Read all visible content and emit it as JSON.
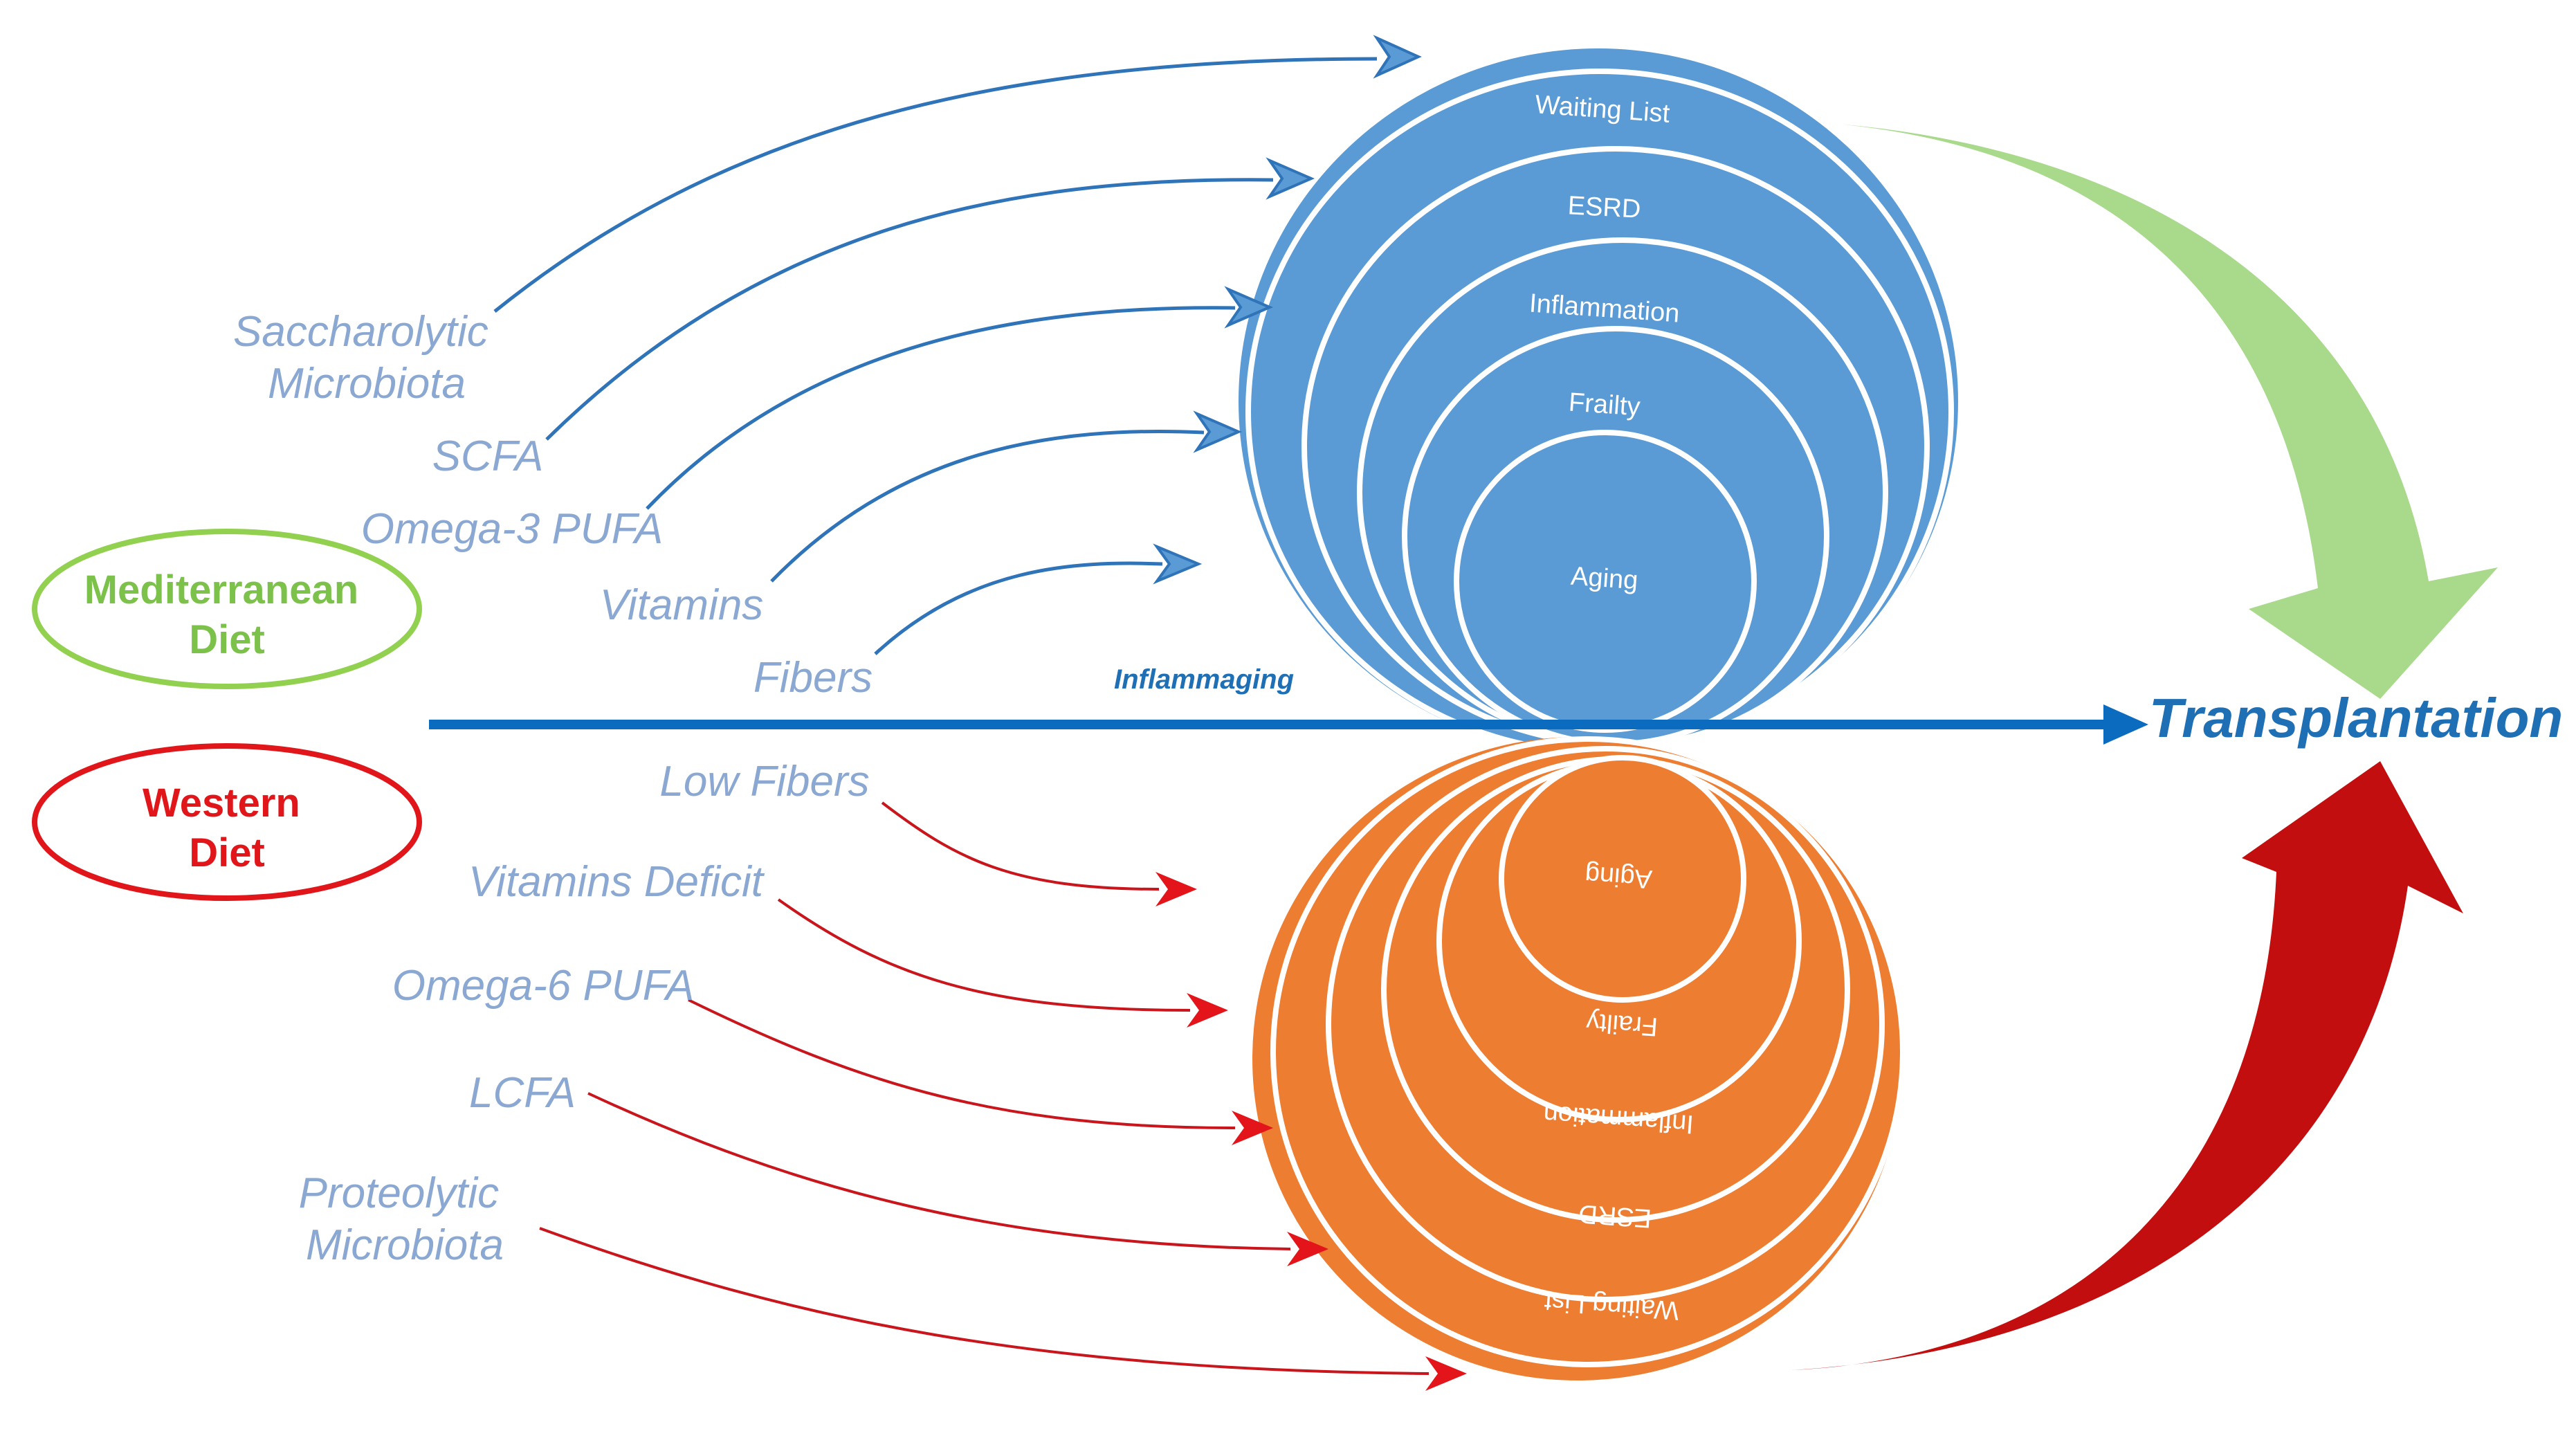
{
  "diets": {
    "mediterranean": {
      "line1": "Mediterranean",
      "line2": "Diet",
      "color": "#92d050"
    },
    "western": {
      "line1": "Western",
      "line2": "Diet",
      "color": "#e0161b"
    }
  },
  "axis": {
    "left_label": "Inflammaging",
    "right_label": "Transplantation",
    "color": "#0b6cbf"
  },
  "protective_factors": {
    "color": "#8aa8d2",
    "arrow_color": "#2f73b8",
    "items": [
      {
        "line1": "Saccharolytic",
        "line2": "Microbiota"
      },
      {
        "line1": "SCFA",
        "line2": ""
      },
      {
        "line1": "Omega-3 PUFA",
        "line2": ""
      },
      {
        "line1": "Vitamins",
        "line2": ""
      },
      {
        "line1": "Fibers",
        "line2": ""
      }
    ]
  },
  "risk_factors": {
    "color": "#8aa8d2",
    "arrow_color": "#c8161c",
    "items": [
      {
        "line1": "Low Fibers",
        "line2": ""
      },
      {
        "line1": "Vitamins Deficit",
        "line2": ""
      },
      {
        "line1": "Omega-6 PUFA",
        "line2": ""
      },
      {
        "line1": "LCFA",
        "line2": ""
      },
      {
        "line1": "Proteolytic",
        "line2": "Microbiota"
      }
    ]
  },
  "blue_circles": {
    "color": "#5b9bd5",
    "layers": [
      "Waiting List",
      "ESRD",
      "Inflammation",
      "Frailty",
      "Aging"
    ]
  },
  "orange_circles": {
    "color": "#ed7d31",
    "layers": [
      "Aging",
      "Frailty",
      "Inflammation",
      "ESRD",
      "Waiting List"
    ]
  },
  "outcome_arrows": {
    "upper_color": "#a9d98b",
    "lower_color": "#c20e0e"
  }
}
